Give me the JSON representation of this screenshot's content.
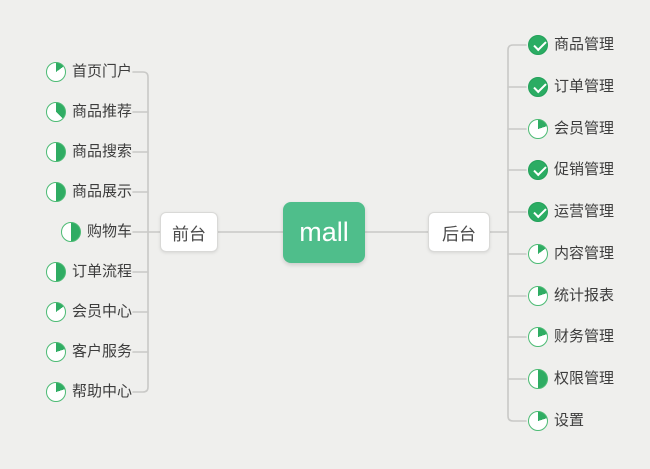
{
  "root": {
    "label": "mall"
  },
  "branches": [
    {
      "label": "前台",
      "side": "left",
      "items": [
        {
          "label": "首页门户",
          "icon": "progress-pie",
          "progress": 0.15
        },
        {
          "label": "商品推荐",
          "icon": "progress-pie",
          "progress": 0.375
        },
        {
          "label": "商品搜索",
          "icon": "progress-pie",
          "progress": 0.5
        },
        {
          "label": "商品展示",
          "icon": "progress-pie",
          "progress": 0.5
        },
        {
          "label": "购物车",
          "icon": "progress-pie",
          "progress": 0.5
        },
        {
          "label": "订单流程",
          "icon": "progress-pie",
          "progress": 0.5
        },
        {
          "label": "会员中心",
          "icon": "progress-pie",
          "progress": 0.15
        },
        {
          "label": "客户服务",
          "icon": "progress-pie",
          "progress": 0.2
        },
        {
          "label": "帮助中心",
          "icon": "progress-pie",
          "progress": 0.2
        }
      ]
    },
    {
      "label": "后台",
      "side": "right",
      "items": [
        {
          "label": "商品管理",
          "icon": "check-done"
        },
        {
          "label": "订单管理",
          "icon": "check-done"
        },
        {
          "label": "会员管理",
          "icon": "progress-pie",
          "progress": 0.2
        },
        {
          "label": "促销管理",
          "icon": "check-done"
        },
        {
          "label": "运营管理",
          "icon": "check-done"
        },
        {
          "label": "内容管理",
          "icon": "progress-pie",
          "progress": 0.15
        },
        {
          "label": "统计报表",
          "icon": "progress-pie",
          "progress": 0.2
        },
        {
          "label": "财务管理",
          "icon": "progress-pie",
          "progress": 0.2
        },
        {
          "label": "权限管理",
          "icon": "progress-pie",
          "progress": 0.5
        },
        {
          "label": "设置",
          "icon": "progress-pie",
          "progress": 0.2
        }
      ]
    }
  ],
  "colors": {
    "background": "#efefed",
    "connector": "#c9c9c7",
    "root_bg": "#4fbe8b",
    "root_text": "#ffffff",
    "check_fill": "#2bac63",
    "pie_ring": "#4cbb74",
    "pie_fill": "#2fac63",
    "label_text": "#3d3d3d"
  }
}
